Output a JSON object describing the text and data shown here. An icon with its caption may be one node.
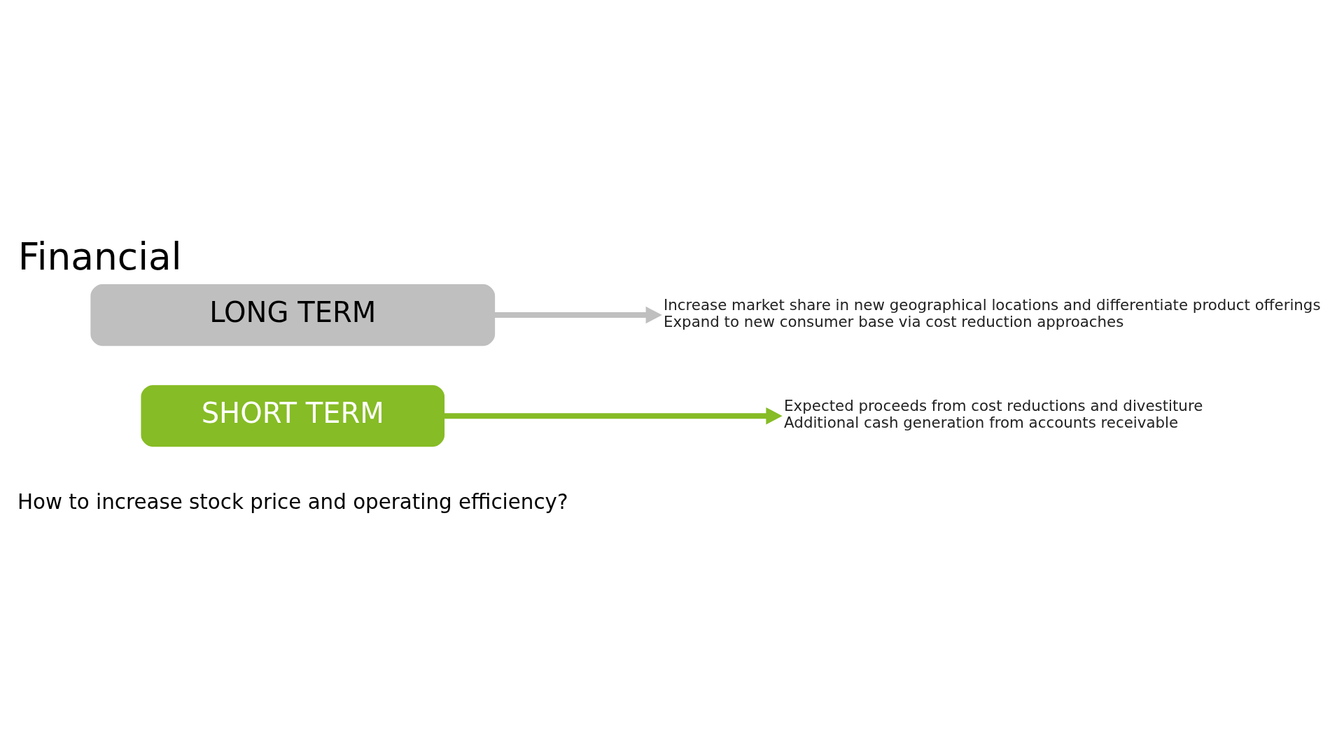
{
  "diagram": {
    "title": "Financial",
    "nodes": [
      {
        "text": [
          "Expected proceeds from cost reductions and divestiture",
          "Additional cash generation from accounts receivable"
        ]
      },
      {
        "text": [
          "SHORT TERM"
        ]
      },
      {
        "text": [
          "LONG TERM"
        ]
      },
      {
        "text": [
          "Increase market share in new geographical locations and differentiate product offerings",
          "Expand to new consumer base via cost reduction approaches"
        ]
      }
    ],
    "edges": [
      {
        "from": 1,
        "to": 0,
        "arrow": "to",
        "color": "#86bc25"
      },
      {
        "from": 2,
        "to": 3,
        "arrow": "to",
        "color": "#bfbfbf"
      }
    ],
    "labels": [
      "How to increase stock price and operating efficiency?"
    ]
  }
}
